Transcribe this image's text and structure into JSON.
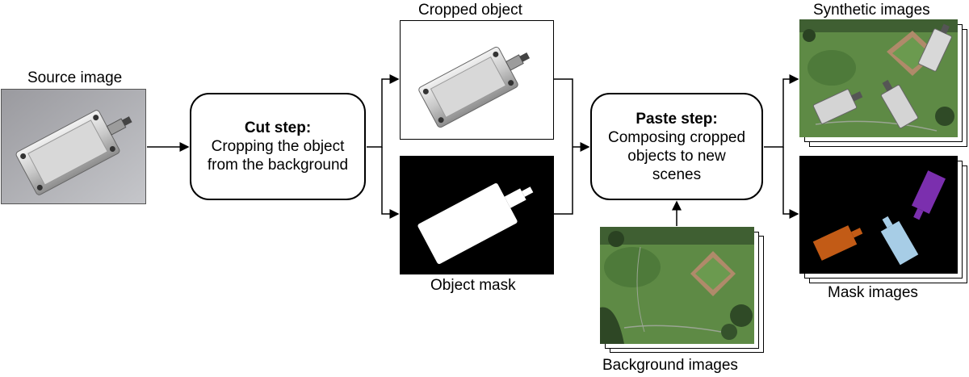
{
  "source": {
    "label": "Source image"
  },
  "cut_step": {
    "title": "Cut step:",
    "line1": "Cropping the object",
    "line2": "from the background"
  },
  "cropped": {
    "label": "Cropped object"
  },
  "mask": {
    "label": "Object mask"
  },
  "paste_step": {
    "title": "Paste step:",
    "line1": "Composing cropped",
    "line2": "objects to new",
    "line3": "scenes"
  },
  "background": {
    "label": "Background images"
  },
  "synthetic": {
    "label": "Synthetic images"
  },
  "mask_images": {
    "label": "Mask images"
  },
  "colors": {
    "mask_orange": "#c25b16",
    "mask_blue": "#a7cde6",
    "mask_purple": "#7b2fae",
    "grass": "#5e8a45",
    "dirt": "#b08a6a"
  }
}
